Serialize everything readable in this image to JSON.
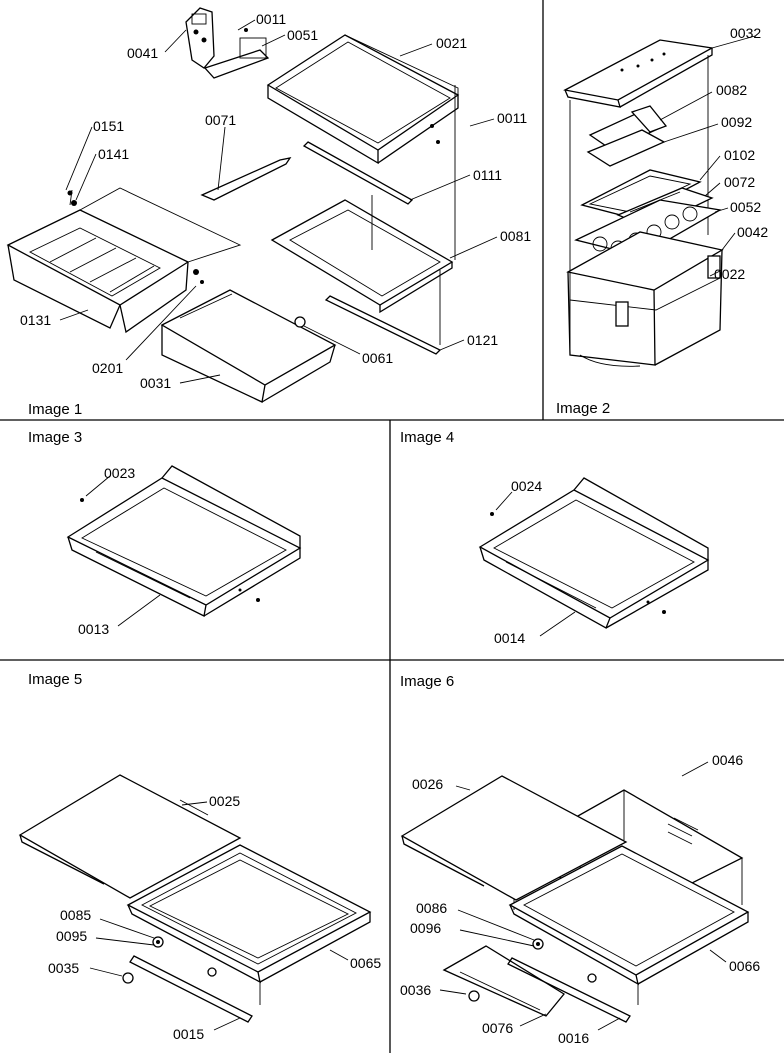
{
  "panels": [
    {
      "id": "p1",
      "caption": "Image 1"
    },
    {
      "id": "p2",
      "caption": "Image 2"
    },
    {
      "id": "p3",
      "caption": "Image 3"
    },
    {
      "id": "p4",
      "caption": "Image 4"
    },
    {
      "id": "p5",
      "caption": "Image 5"
    },
    {
      "id": "p6",
      "caption": "Image 6"
    }
  ],
  "labels": {
    "p1": [
      "0041",
      "0011",
      "0051",
      "0021",
      "0011",
      "0151",
      "0141",
      "0071",
      "0111",
      "0081",
      "0131",
      "0201",
      "0031",
      "0061",
      "0121"
    ],
    "p2": [
      "0032",
      "0082",
      "0092",
      "0102",
      "0072",
      "0052",
      "0042",
      "0022"
    ],
    "p3": [
      "0023",
      "0013"
    ],
    "p4": [
      "0024",
      "0014"
    ],
    "p5": [
      "0025",
      "0085",
      "0095",
      "0035",
      "0065",
      "0015"
    ],
    "p6": [
      "0026",
      "0046",
      "0086",
      "0096",
      "0036",
      "0076",
      "0016",
      "0066"
    ]
  }
}
